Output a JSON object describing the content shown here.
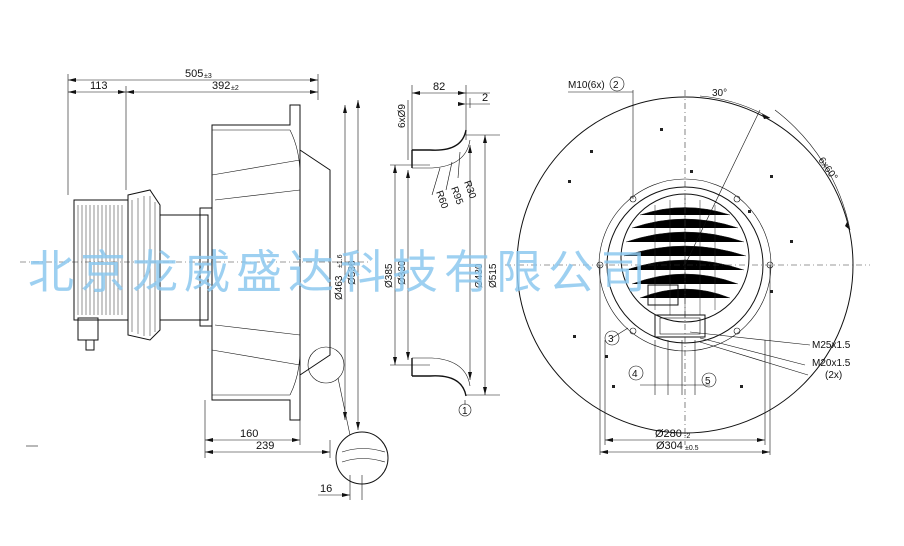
{
  "dimensions": {
    "overall_length": "505",
    "overall_length_tol": "±3",
    "motor_length": "113",
    "body_length": "392",
    "body_length_tol": "±2",
    "inlet_depth": "82",
    "inlet_lip": "2",
    "holes": "6xØ9",
    "radius_30": "R30",
    "radius_95": "R95",
    "radius_60": "R60",
    "dia_385": "Ø385",
    "dia_330": "Ø330",
    "dia_430": "Ø430",
    "dia_515": "Ø515",
    "dia_463": "Ø463",
    "dia_463_tol": "±1.6",
    "dia_536": "Ø536",
    "len_160": "160",
    "len_239": "239",
    "len_16": "16",
    "thread_m10": "M10(6x)",
    "angle_30": "30°",
    "angle_6x60": "6x60°",
    "thread_m25": "M25x1.5",
    "thread_m20": "M20x1.5",
    "thread_m20_qty": "(2x)",
    "dia_280": "Ø280",
    "dia_280_tol": "-2",
    "dia_304": "Ø304",
    "dia_304_tol": "±0.5"
  },
  "callouts": {
    "c1": "1",
    "c2": "2",
    "c3": "3",
    "c4": "4",
    "c5": "5"
  },
  "watermark": "北京龙威盛达科技有限公司",
  "colors": {
    "line": "#111111",
    "watermark": "#8cc8ef",
    "background": "#ffffff"
  }
}
